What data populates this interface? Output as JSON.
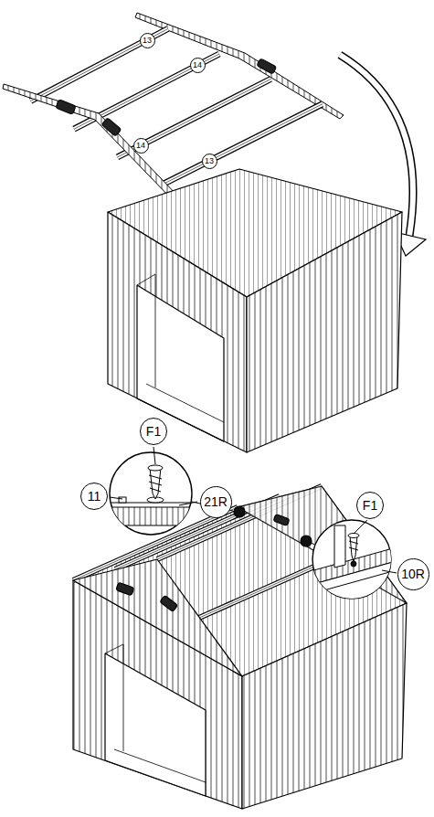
{
  "diagram": {
    "labels": [
      "13",
      "14",
      "14",
      "13",
      "F1",
      "11",
      "21R",
      "F1",
      "10R"
    ]
  }
}
